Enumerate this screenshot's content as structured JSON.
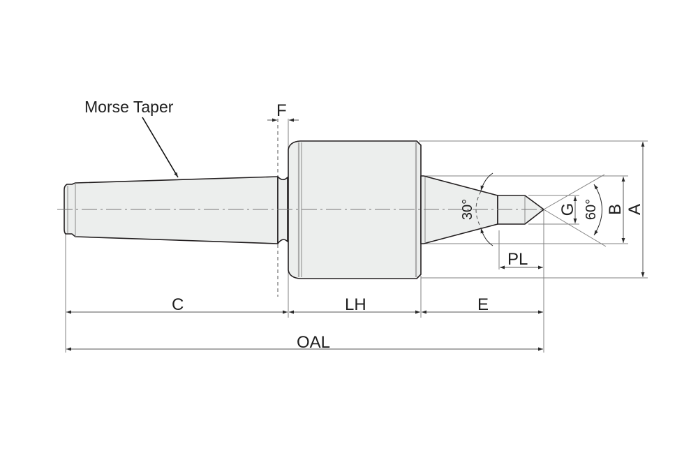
{
  "diagram": {
    "title": "Live center dimension drawing",
    "callout": "Morse Taper",
    "dimensions": {
      "F": "F",
      "C": "C",
      "LH": "LH",
      "E": "E",
      "OAL": "OAL",
      "PL": "PL",
      "G": "G",
      "B": "B",
      "A": "A"
    },
    "angles": {
      "inner": "30°",
      "point": "60°"
    },
    "colors": {
      "part_fill": "#eceeed",
      "outline": "#231f20",
      "dimension_line": "#555555"
    }
  }
}
